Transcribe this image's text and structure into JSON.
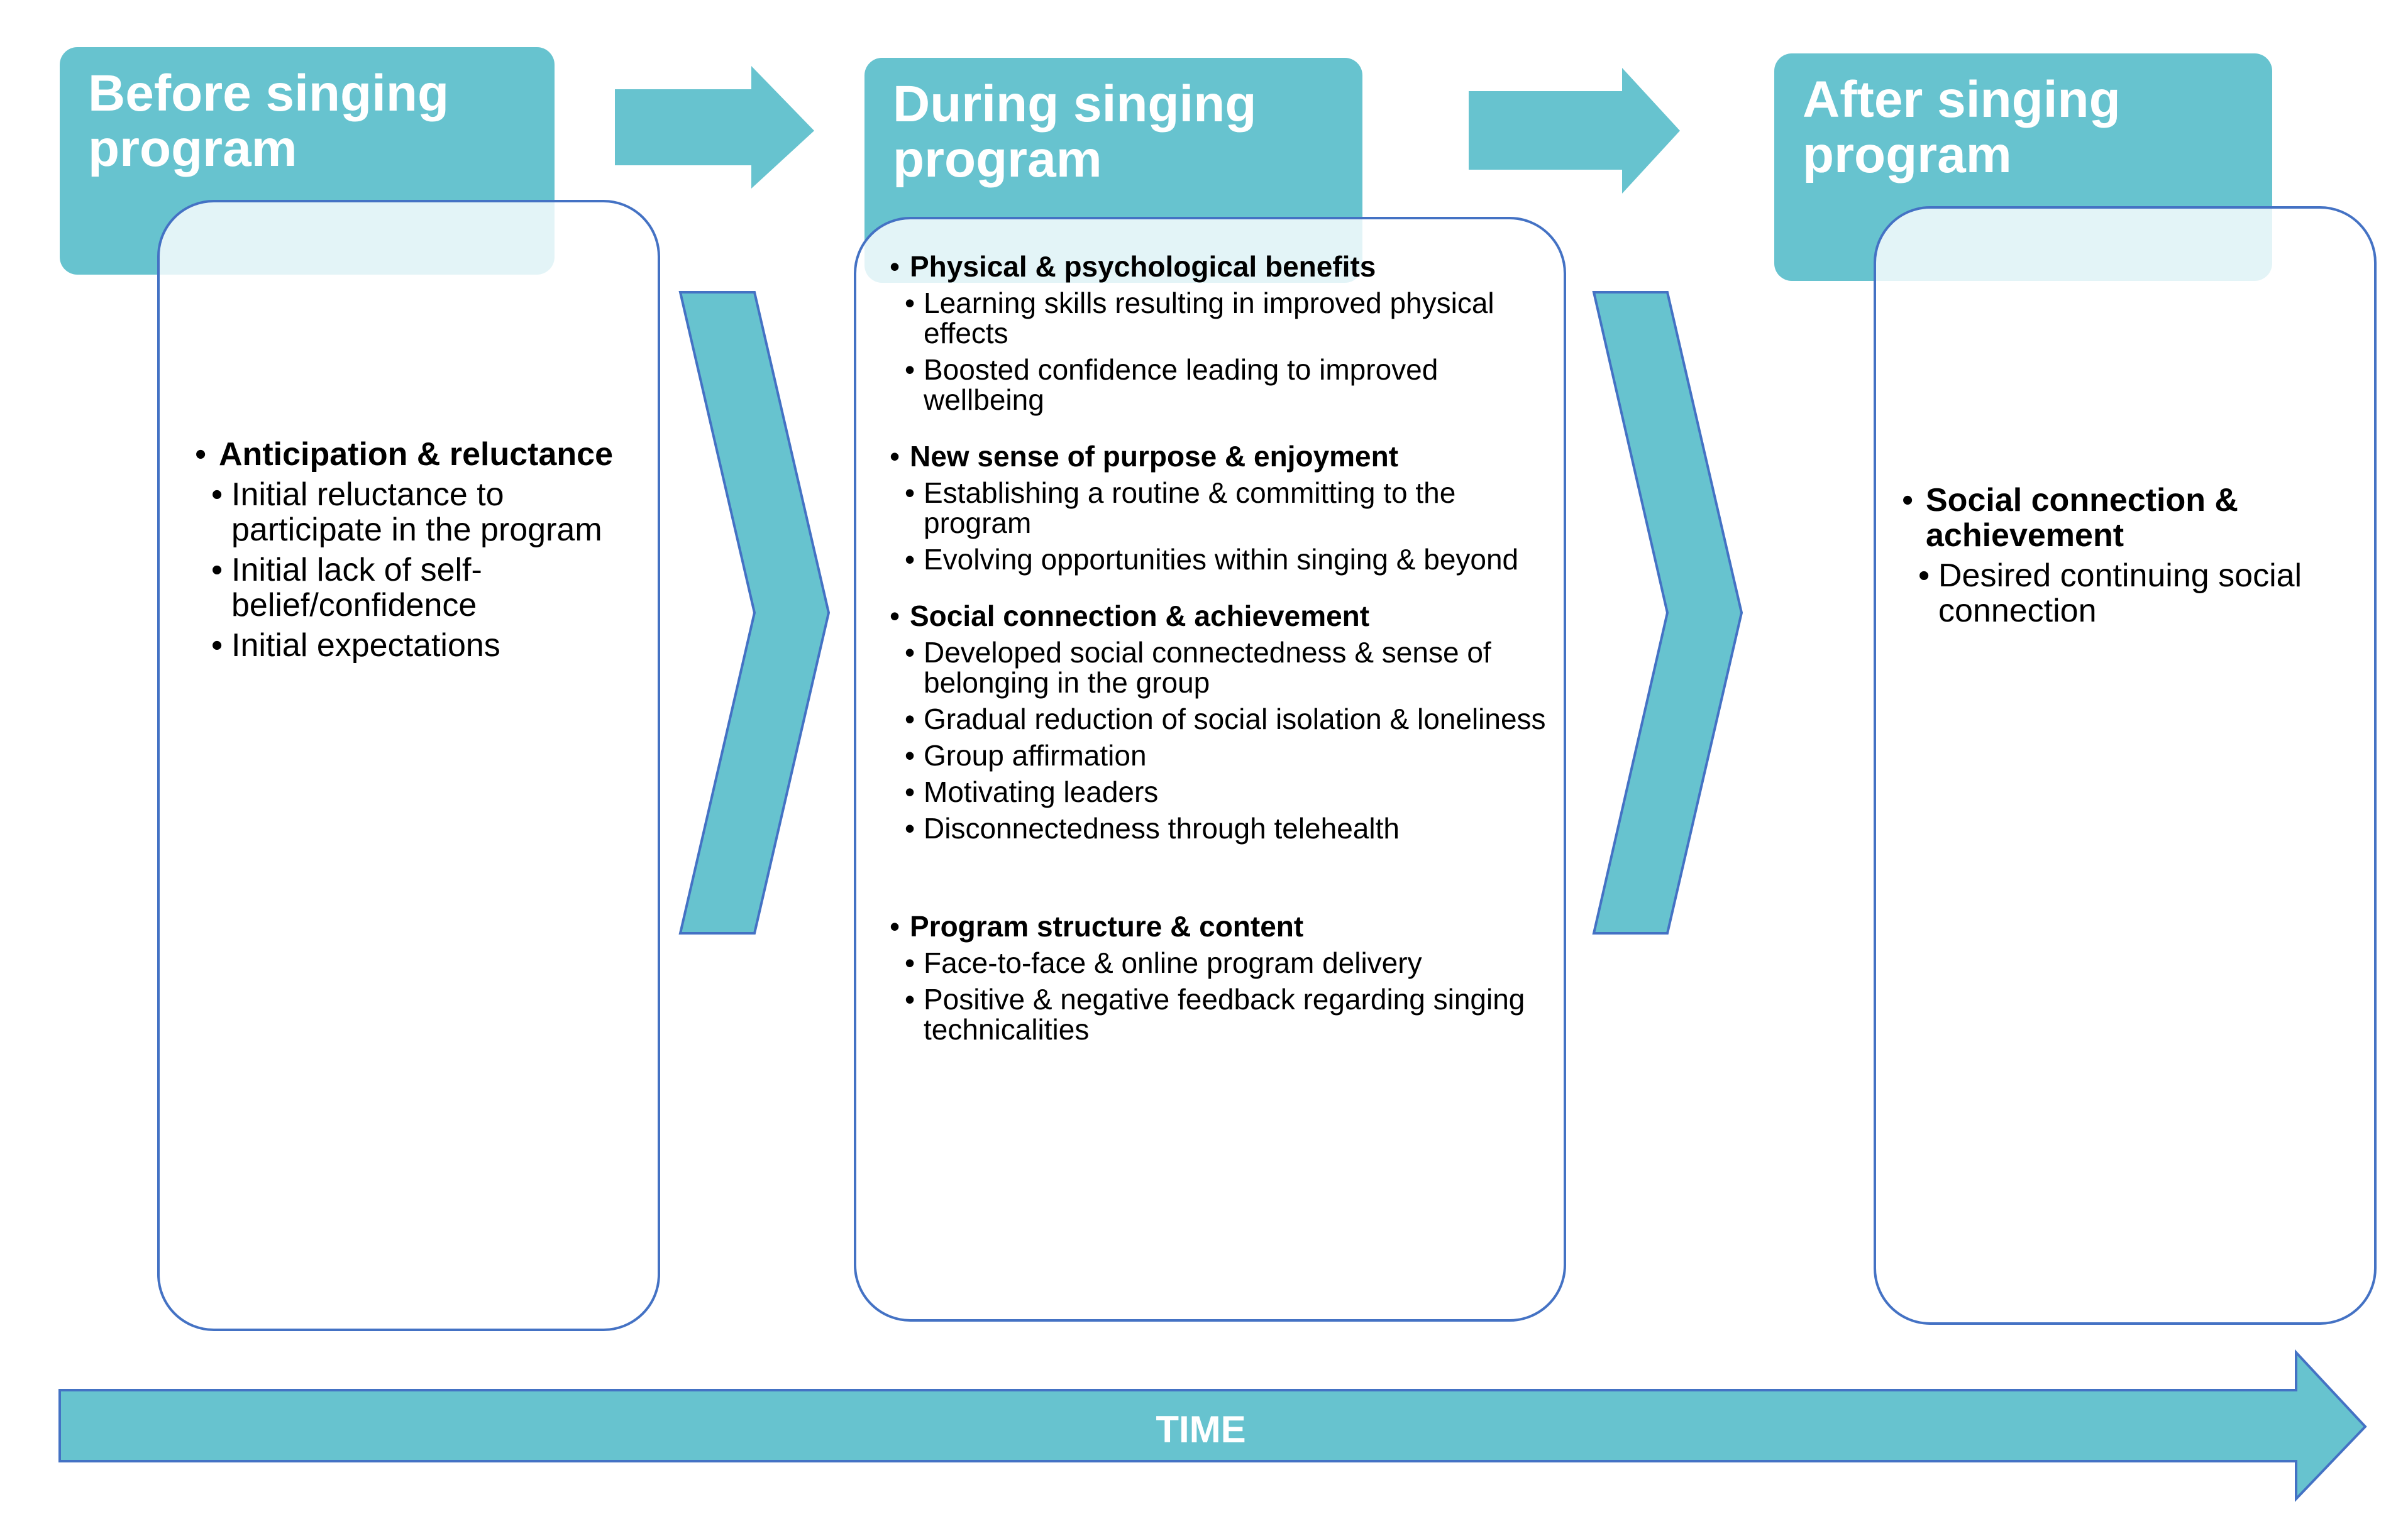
{
  "colors": {
    "accent": "#67C3CF",
    "box_border": "#4472C4",
    "text": "#000000",
    "header_text": "#ffffff"
  },
  "stages": {
    "before": {
      "title_line1": "Before singing",
      "title_line2": "program",
      "sections": [
        {
          "heading": "Anticipation & reluctance",
          "items": [
            "Initial reluctance to participate in the program",
            "Initial lack of self-belief/confidence",
            "Initial expectations"
          ]
        }
      ]
    },
    "during": {
      "title_line1": "During singing",
      "title_line2": "program",
      "sections": [
        {
          "heading": "Physical & psychological benefits",
          "items": [
            "Learning skills resulting in improved physical effects",
            "Boosted confidence leading to improved wellbeing"
          ]
        },
        {
          "heading": "New sense of purpose & enjoyment",
          "items": [
            "Establishing a routine & committing to the program",
            "Evolving opportunities within singing & beyond"
          ]
        },
        {
          "heading": "Social connection & achievement",
          "items": [
            "Developed social connectedness & sense of belonging in the group",
            "Gradual reduction of social isolation & loneliness",
            "Group affirmation",
            "Motivating leaders",
            "Disconnectedness through telehealth"
          ]
        },
        {
          "heading": "Program structure & content",
          "items": [
            "Face-to-face & online program delivery",
            "Positive & negative feedback regarding singing technicalities"
          ]
        }
      ]
    },
    "after": {
      "title_line1": "After singing",
      "title_line2": "program",
      "sections": [
        {
          "heading": "Social connection & achievement",
          "items": [
            "Desired continuing social connection"
          ]
        }
      ]
    }
  },
  "timeline": {
    "label": "TIME"
  }
}
